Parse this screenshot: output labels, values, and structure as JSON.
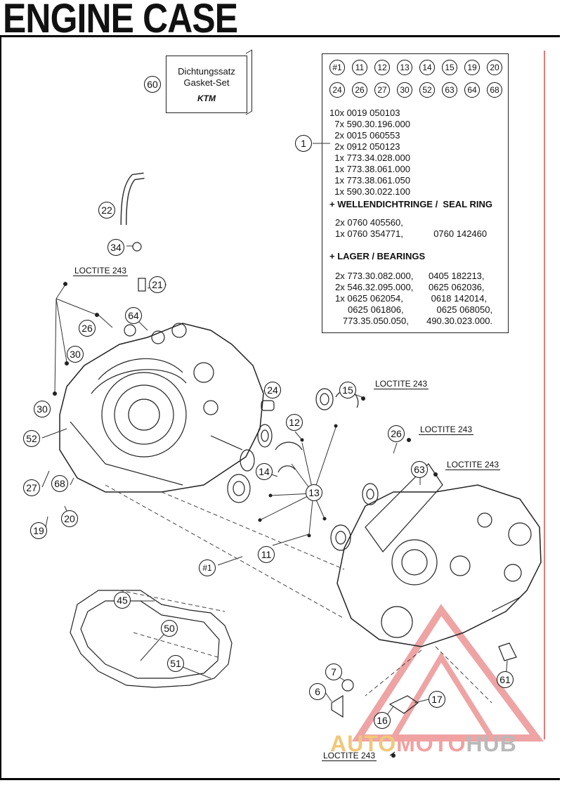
{
  "title": "ENGINE CASE",
  "gasket_set": {
    "number": "60",
    "line1": "Dichtungssatz",
    "line2": "Gasket-Set",
    "brand": "KTM"
  },
  "kit": {
    "main_number": "1",
    "included_parts_row1": [
      "#1",
      "11",
      "12",
      "13",
      "14",
      "15",
      "19",
      "20"
    ],
    "included_parts_row2": [
      "24",
      "26",
      "27",
      "30",
      "52",
      "63",
      "64",
      "68"
    ],
    "part_list": [
      "10x 0019 050103",
      "  7x 590.30.196.000",
      "  2x 0015 060553",
      "  2x 0912 050123",
      "  1x 773.34.028.000",
      "  1x 773.38.061.000",
      "  1x 773.38.061.050",
      "  1x 590.30.022.100"
    ],
    "seal_heading": "+ WELLENDICHTRINGE /  SEAL RING",
    "seal_lines": [
      "2x 0760 405560,",
      "1x 0760 354771,            0760 142460"
    ],
    "bearing_heading": "+ LAGER / BEARINGS",
    "bearing_lines": [
      "2x 773.30.082.000,      0405 182213,",
      "2x 546.32.095.000,      0625 062036,",
      "1x 0625 062054,           0618 142014,",
      "     0625 061806,             0625 068050,",
      "   773.35.050.050,       490.30.023.000."
    ]
  },
  "callouts": [
    "22",
    "34",
    "21",
    "64",
    "26",
    "30",
    "30",
    "52",
    "27",
    "68",
    "19",
    "20",
    "24",
    "15",
    "12",
    "14",
    "13",
    "11",
    "#1",
    "45",
    "50",
    "51",
    "26",
    "63",
    "7",
    "6",
    "16",
    "17",
    "61"
  ],
  "loctite_label": "LOCTITE 243",
  "watermark": {
    "part1": "AUTO",
    "part2": "MOTO",
    "part3": "HUB"
  }
}
